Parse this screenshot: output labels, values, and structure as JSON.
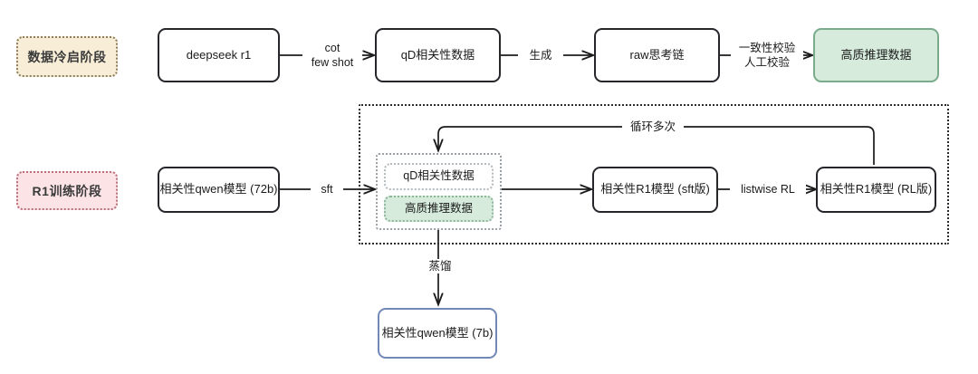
{
  "diagram": {
    "title": "R1 relevance model training pipeline",
    "colors": {
      "stroke_dark": "#26272b",
      "green_fill": "#d6ebdc",
      "green_stroke": "#7aab8b",
      "blue_stroke": "#7289b8",
      "tag_cold_fill": "#f8eed8",
      "tag_cold_stroke": "#8c7e5c",
      "tag_r1_fill": "#fbe3e6",
      "tag_r1_stroke": "#b9707c",
      "dotted_group": "#2b2b2b",
      "dashed_light": "#b4b9bd"
    },
    "stages": [
      {
        "id": "cold_start",
        "label": "数据冷启阶段"
      },
      {
        "id": "r1_training",
        "label": "R1训练阶段"
      }
    ],
    "nodes": {
      "deepseek_r1": "deepseek r1",
      "qd_relevance_data_top": "qD相关性数据",
      "raw_cot": "raw思考链",
      "high_quality_reasoning_data": "高质推理数据",
      "qwen_72b": "相关性qwen模型 (72b)",
      "qd_relevance_data_inner": "qD相关性数据",
      "high_quality_reasoning_data_inner": "高质推理数据",
      "r1_model_sft": "相关性R1模型 (sft版)",
      "r1_model_rl": "相关性R1模型 (RL版)",
      "qwen_7b": "相关性qwen模型 (7b)"
    },
    "edge_labels": {
      "cot_few_shot": "cot\nfew shot",
      "generate": "生成",
      "consistency_manual_check": "一致性校验\n人工校验",
      "sft": "sft",
      "listwise_rl": "listwise RL",
      "loop_many_times": "循环多次",
      "distill": "蒸馏"
    }
  }
}
